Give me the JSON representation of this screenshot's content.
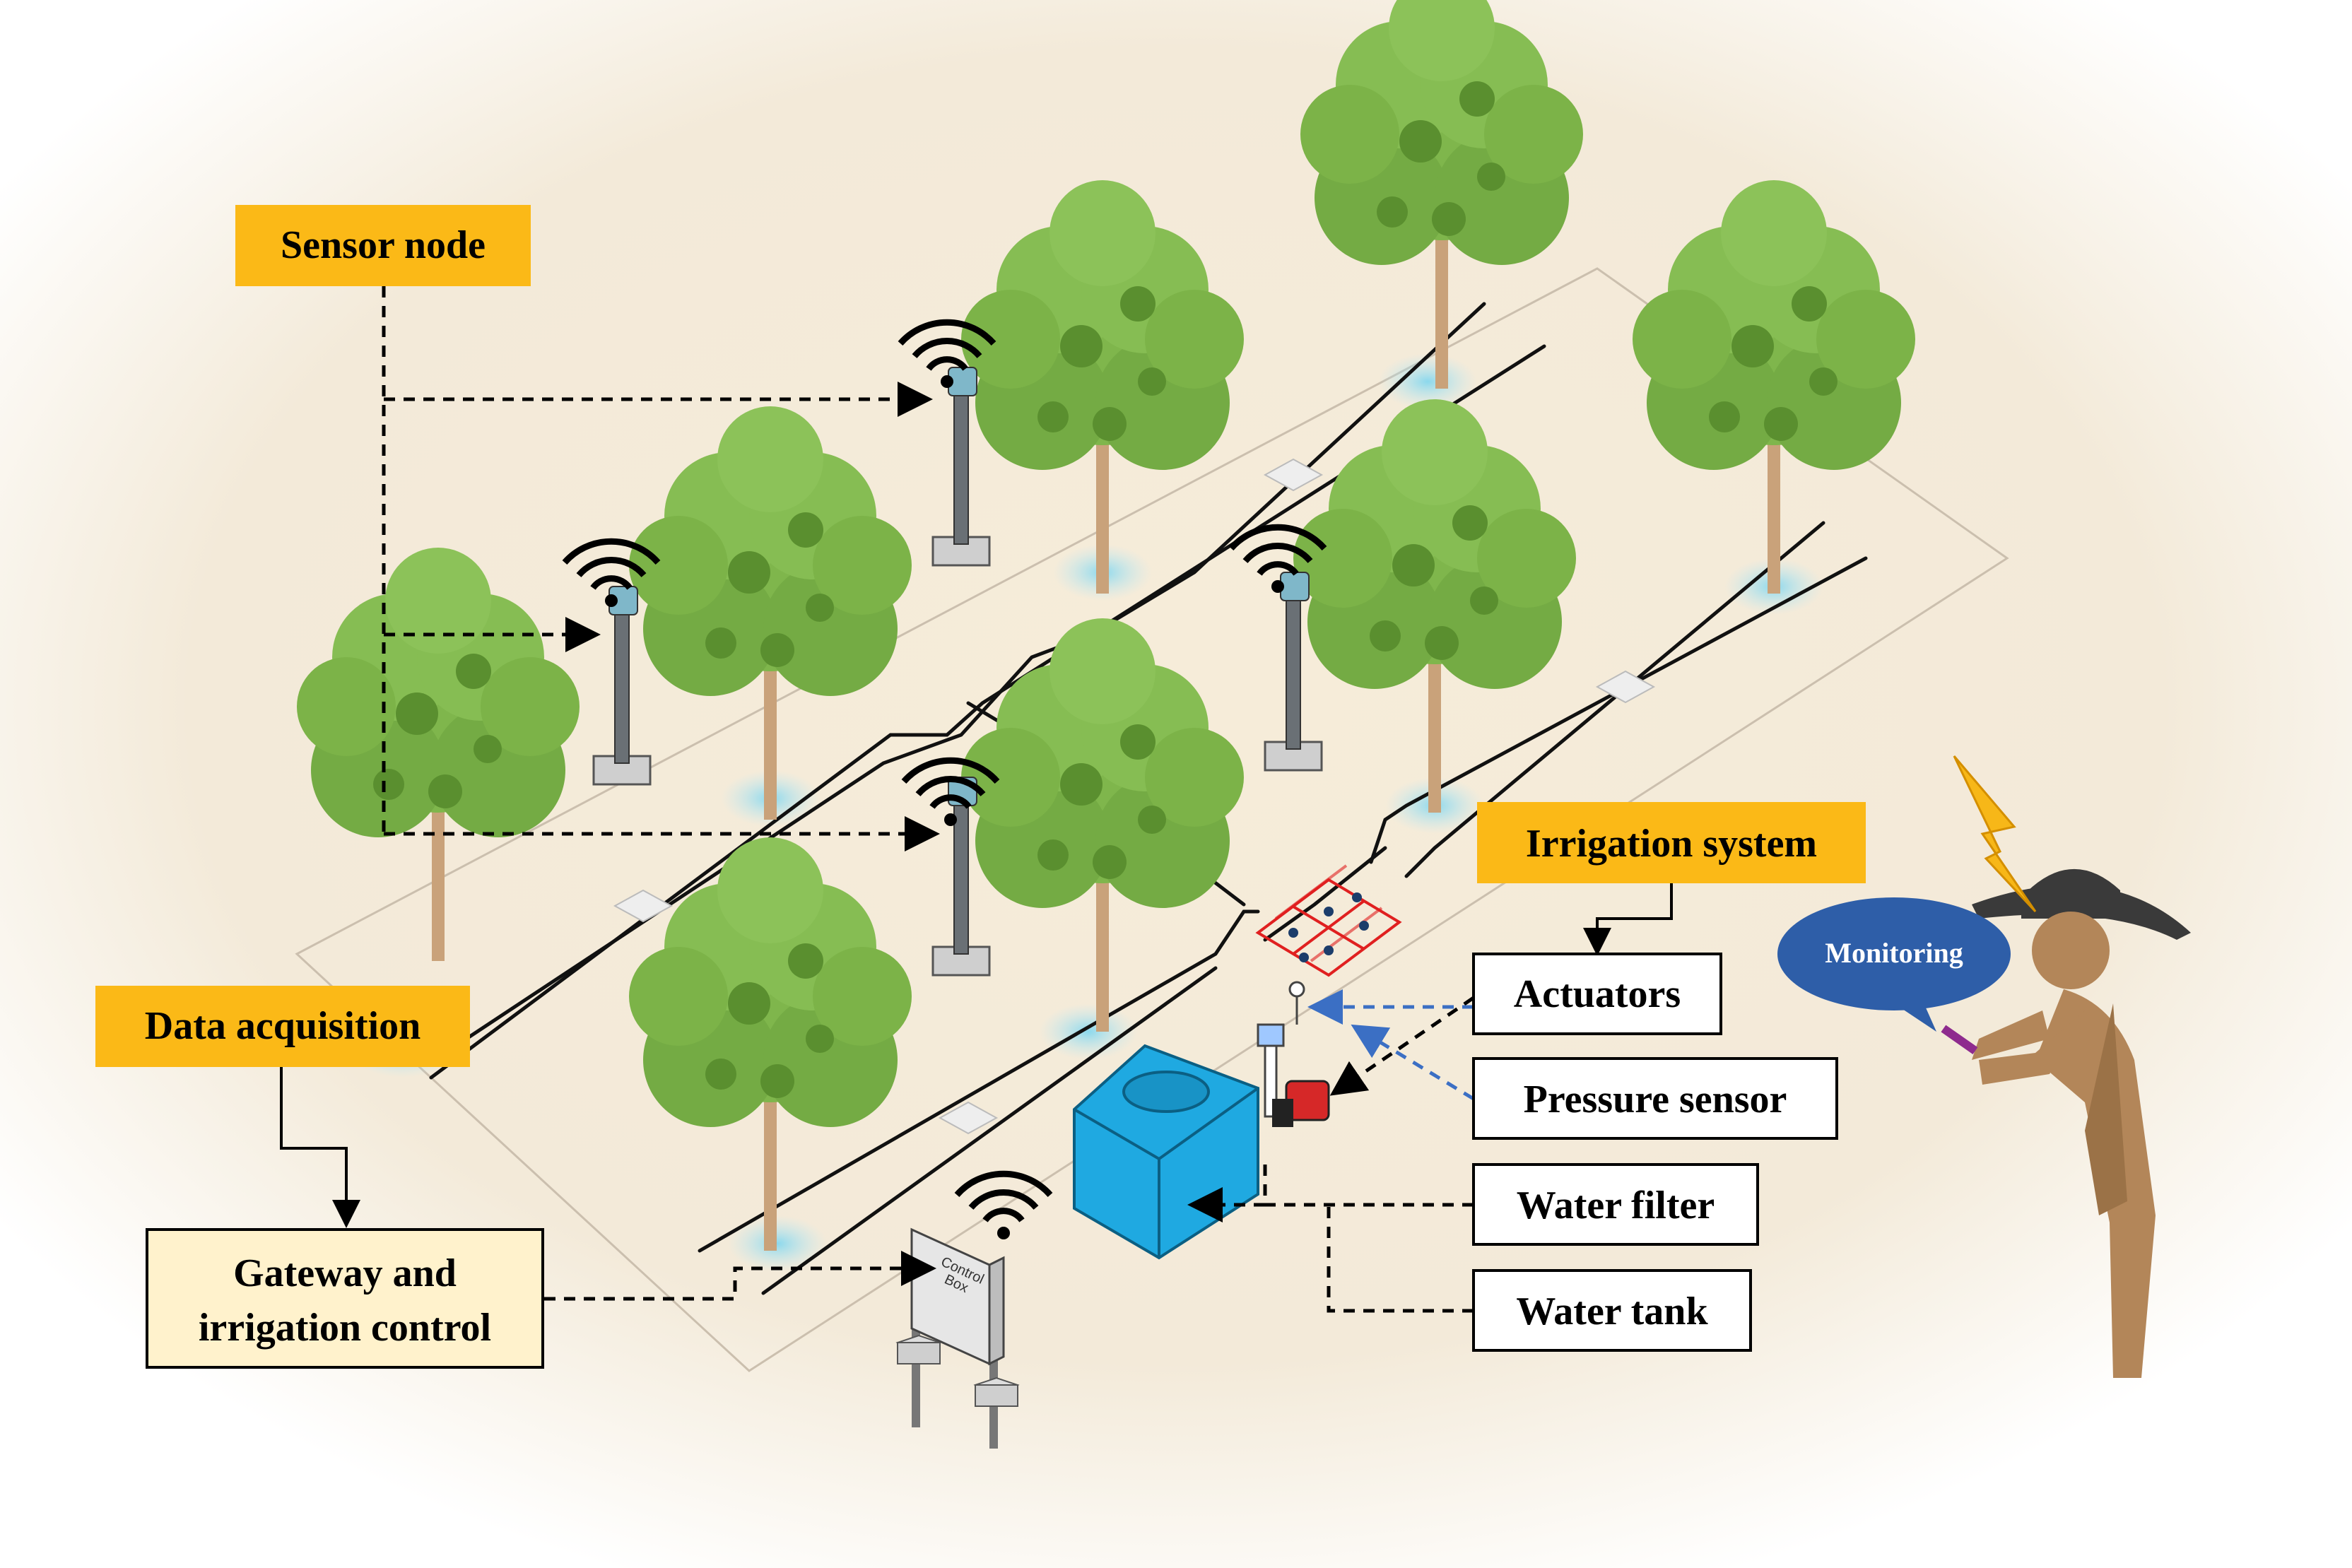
{
  "labels": {
    "sensor_node": "Sensor node",
    "data_acquisition": "Data acquisition",
    "gateway_line1": "Gateway and",
    "gateway_line2": "irrigation control",
    "irrigation_system": "Irrigation system",
    "actuators": "Actuators",
    "pressure_sensor": "Pressure sensor",
    "water_filter": "Water filter",
    "water_tank": "Water tank",
    "monitoring": "Monitoring",
    "control_box_line1": "Control",
    "control_box_line2": "Box"
  },
  "colors": {
    "header_label_fill": "#fbb917",
    "gateway_fill": "#fff2cc",
    "box_fill": "#ffffff",
    "tree_foliage": "#7fb64c",
    "tree_foliage_dark": "#5a8f2f",
    "trunk": "#c9a27a",
    "tank": "#1fa9e1",
    "person": "#b38659",
    "hat": "#3a3a3a",
    "monitoring_bubble": "#2e5ea8",
    "lightning": "#f7b718",
    "manifold": "#e02020",
    "pressure_arrow": "#3b6fc4"
  },
  "icons": [
    "wifi-icon",
    "lightning-icon",
    "phone-icon"
  ]
}
